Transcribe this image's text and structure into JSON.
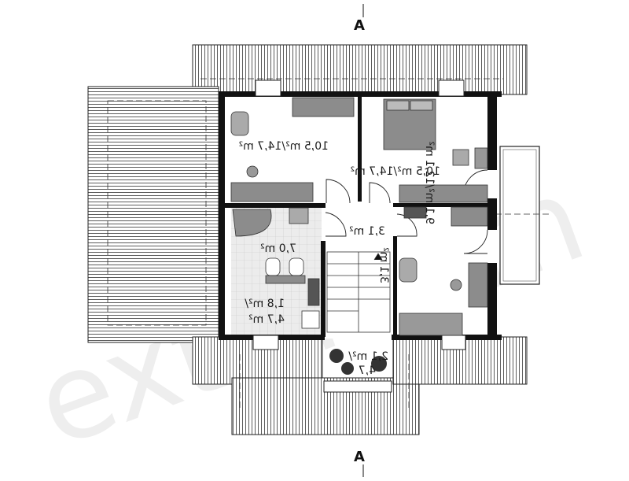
{
  "section_marks": {
    "top": "A",
    "bottom": "A"
  },
  "watermark": "extradom",
  "rooms": [
    {
      "id": "bedroom-left",
      "area": "10,5 m²/14,7 m²"
    },
    {
      "id": "bedroom-right",
      "area": "10,5 m²/14,7 m²"
    },
    {
      "id": "hall",
      "area": "3,1 m²"
    },
    {
      "id": "bathroom",
      "area": "7,0 m²"
    },
    {
      "id": "storage",
      "area": "1,8 m²/"
    },
    {
      "id": "storage-total",
      "area": "4,7 m²"
    },
    {
      "id": "stair-hall",
      "area": "3,1 m²"
    },
    {
      "id": "office",
      "area": "9,1 m²/12,1 m²"
    },
    {
      "id": "loggia-line1",
      "area": "2,1 m²/"
    },
    {
      "id": "loggia-line2",
      "area": "4,7"
    }
  ],
  "colors": {
    "wall": "#111111",
    "floor": "#ffffff",
    "roof_line": "#333333",
    "furniture": "#8c8c8c",
    "tile": "#e6e6e6"
  }
}
